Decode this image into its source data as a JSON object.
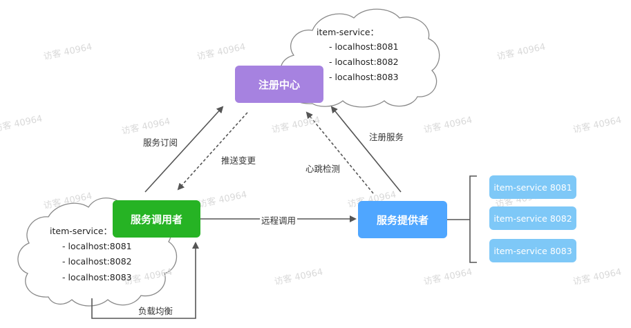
{
  "nodes": {
    "registry": "注册中心",
    "consumer": "服务调用者",
    "provider": "服务提供者"
  },
  "edges": {
    "subscribe": "服务订阅",
    "push_change": "推送变更",
    "register": "注册服务",
    "heartbeat": "心跳检测",
    "remote_call": "远程调用",
    "load_balance": "负载均衡"
  },
  "registry_cloud": {
    "title": "item-service：",
    "entries": [
      "- localhost:8081",
      "- localhost:8082",
      "- localhost:8083"
    ]
  },
  "consumer_cloud": {
    "title": "item-service：",
    "entries": [
      "- localhost:8081",
      "- localhost:8082",
      "- localhost:8083"
    ]
  },
  "instances": [
    "item-service 8081",
    "item-service 8082",
    "item-service 8083"
  ],
  "watermark": "访客 40964",
  "colors": {
    "registry": "#a682e0",
    "consumer": "#26b324",
    "provider": "#4fa6ff",
    "instance": "#7ec8f7",
    "arrow": "#555555"
  }
}
